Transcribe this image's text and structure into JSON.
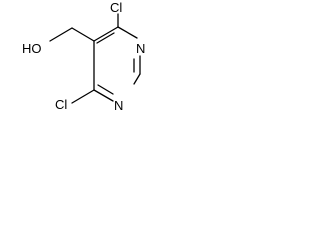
{
  "molecule": {
    "atoms": {
      "cl_top": "Cl",
      "cl_bottom": "Cl",
      "n_right": "N",
      "n_bottom": "N",
      "hydroxyl": "HO"
    }
  }
}
